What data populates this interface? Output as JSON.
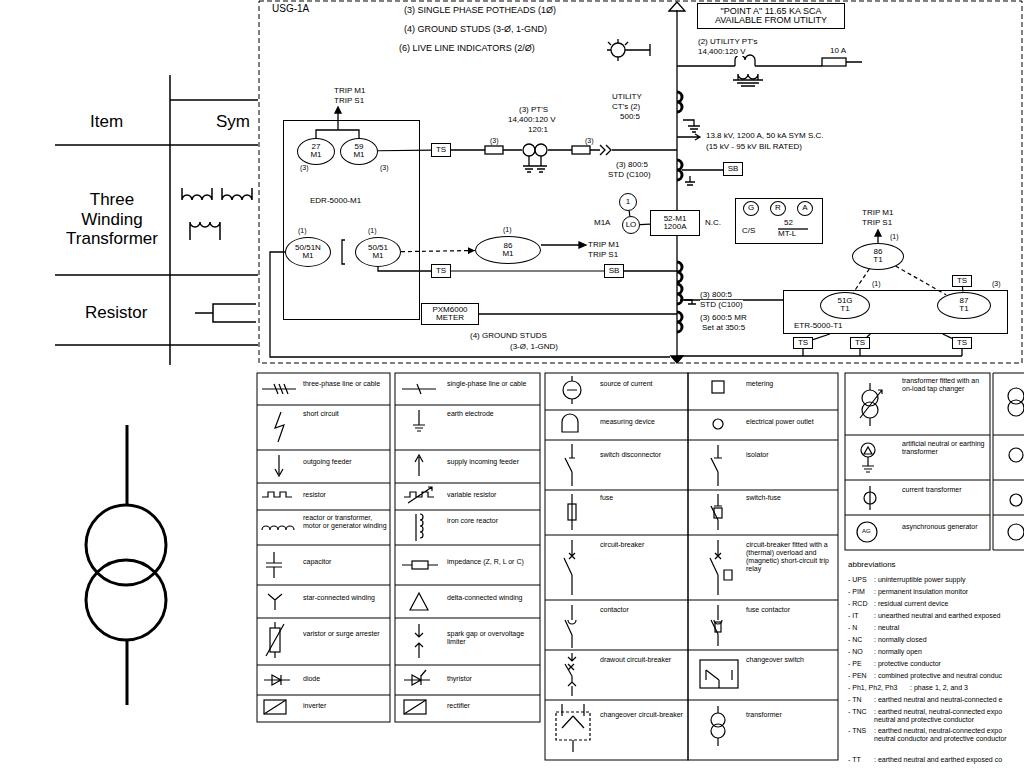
{
  "diagram": {
    "nodes": [
      {
        "text": [
          "\"POINT A\" 11.65 KA SCA AVAILABLE FROM UTILITY"
        ]
      },
      {
        "text": [
          "EDR-5000-M1"
        ]
      },
      {
        "text": [
          "27",
          "M1"
        ],
        "in": 1
      },
      {
        "text": [
          "59",
          "M1"
        ],
        "in": 1
      },
      {
        "text": [
          "50/51N",
          "M1"
        ],
        "in": 1
      },
      {
        "text": [
          "50/51",
          "M1"
        ],
        "in": 1
      },
      {
        "text": [
          "TS"
        ]
      },
      {
        "text": [
          "86",
          "M1"
        ]
      },
      {
        "text": [
          "TS"
        ]
      },
      {
        "text": [
          "SB"
        ]
      },
      {
        "text": [
          "SB"
        ]
      },
      {
        "text": [
          "1"
        ]
      },
      {
        "text": [
          "LO"
        ]
      },
      {
        "text": [
          "52-M1",
          "1200A"
        ]
      },
      {
        "text": [
          "C/S",
          "52",
          "MT-L"
        ]
      },
      {
        "text": [
          "G"
        ],
        "in": 14
      },
      {
        "text": [
          "R"
        ],
        "in": 14
      },
      {
        "text": [
          "A"
        ],
        "in": 14
      },
      {
        "text": [
          "86",
          "T1"
        ]
      },
      {
        "text": [
          "ETR-5000-T1"
        ]
      },
      {
        "text": [
          "51G",
          "T1"
        ],
        "in": 19
      },
      {
        "text": [
          "87",
          "T1"
        ],
        "in": 19
      },
      {
        "text": [
          "TS"
        ]
      },
      {
        "text": [
          "TS"
        ]
      },
      {
        "text": [
          "TS"
        ]
      },
      {
        "text": [
          "TS"
        ]
      },
      {
        "text": [
          "PXM6000 METER"
        ]
      }
    ],
    "edges": [
      {
        "from": 5,
        "to": 7,
        "arrow": "to"
      },
      {
        "from": 3,
        "to": 6,
        "arrow": "none"
      },
      {
        "from": 18,
        "to": 20,
        "arrow": "none"
      },
      {
        "from": 18,
        "to": 21,
        "arrow": "none"
      },
      {
        "from": 21,
        "to": 22,
        "arrow": "none"
      },
      {
        "from": 8,
        "to": 9,
        "arrow": "none"
      },
      {
        "from": 11,
        "to": 12,
        "arrow": "none"
      },
      {
        "from": 12,
        "to": 13,
        "arrow": "none"
      },
      {
        "from": 19,
        "to": 23,
        "arrow": "none"
      },
      {
        "from": 19,
        "to": 24,
        "arrow": "none"
      },
      {
        "from": 19,
        "to": 25,
        "arrow": "none"
      }
    ],
    "labels": [
      "Item",
      "Sym",
      "Three Winding Transformer",
      "Resistor",
      "USG-1A",
      "(3) SINGLE PHASE POTHEADS (1Ø)",
      "(4) GROUND STUDS (3-Ø, 1-GND)",
      "(6) LIVE LINE INDICATORS (2/Ø)",
      "(2) UTILITY PT's",
      "14,400:120 V",
      "10 A",
      "TRIP M1",
      "TRIP S1",
      "UTILITY",
      "CT's (2)",
      "500:5",
      "(3) PT'S",
      "14,400:120 V",
      "120:1",
      "(3)",
      "(3)",
      "13.8 kV, 1200 A, 50 kA SYM S.C.",
      "(15 kV - 95 kV BIL RATED)",
      "(3)",
      "(3)",
      "(3) 800:5",
      "STD (C100)",
      "(1)",
      "(1)",
      "(1)",
      "M1A",
      "N.C.",
      "TRIP M1",
      "TRIP S1",
      "(1)",
      "TRIP M1",
      "TRIP S1",
      "(3) 800:5",
      "STD (C100)",
      "(3) 600:5 MR",
      "Set at 350:5",
      "(1)",
      "(3)",
      "(4) GROUND STUDS",
      "(3-Ø, 1-GND)",
      "three-phase line or cable",
      "short circuit",
      "outgoing feeder",
      "resistor",
      "reactor or transformer, motor or generator winding",
      "capacitor",
      "star-connected winding",
      "varistor or surge arrester",
      "diode",
      "inverter",
      "single-phase line or cable",
      "earth electrode",
      "supply incoming feeder",
      "variable resistor",
      "iron core reactor",
      "impedance (Z, R, L or C)",
      "delta-connected winding",
      "spark gap or overvoltage limiter",
      "thyristor",
      "rectifier",
      "source of current",
      "measuring device",
      "switch disconnector",
      "fuse",
      "circuit-breaker",
      "contactor",
      "drawout circuit-breaker",
      "changeover circuit-breaker",
      "metering",
      "electrical power outlet",
      "isolator",
      "switch-fuse",
      "circuit-breaker fitted with a (thermal) overload and (magnetic) short-circuit trip relay",
      "fuse contactor",
      "changeover switch",
      "transformer",
      "transformer fitted with an on-load tap changer",
      "artificial neutral or earthing transformer",
      "current transformer",
      "asynchronous generator",
      "abbreviations",
      "- UPS",
      ": uninterruptible power supply",
      "- PIM",
      ": permanent insulation monitor",
      "- RCD",
      ": residual current device",
      "- IT",
      ": unearthed neutral and earthed exposed",
      "- N",
      ": neutral",
      "- NC",
      ": normally closed",
      "- NO",
      ": normally open",
      "- PE",
      ": protective conductor",
      "- PEN",
      ": combined protective and neutral conduc",
      "- Ph1, Ph2, Ph3",
      ": phase 1, 2, and 3",
      "- TN",
      ": earthed neutral and neutral-connected e",
      "- TNC",
      ": earthed neutral, neutral-connected expo neutral and protective conductor",
      "- TNS",
      ": earthed neutral, neutral-connected expo neutral conductor and protective conductor",
      "- TT",
      ": earthed neutral and earthed exposed co",
      "AG"
    ]
  }
}
